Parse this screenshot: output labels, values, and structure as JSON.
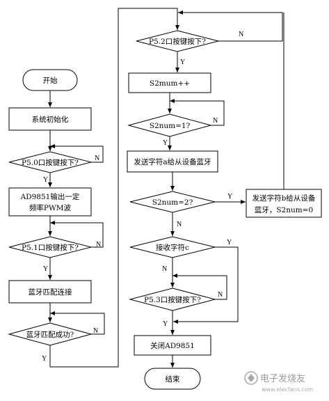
{
  "nodes": {
    "start": "开始",
    "init": "系统初始化",
    "d_p50": "P5.0口按键按下?",
    "pwm_line1": "AD9851输出一定",
    "pwm_line2": "频率PWM波",
    "d_p51": "P5.1口按键按下?",
    "bt_pair": "蓝牙匹配连接",
    "d_pair_ok": "蓝牙匹配成功?",
    "d_p52": "P5.2口按键按下?",
    "s2num_inc": "S2mum++",
    "d_s2num1": "S2num=1?",
    "send_a": "发送字符a给从设备蓝牙",
    "d_s2num2": "S2num=2?",
    "send_b_line1": "发送字符b给从设备",
    "send_b_line2": "蓝牙，S2num=0",
    "d_recv_c": "接收字符c",
    "d_p53": "P5.3口按键按下?",
    "close_ad": "关闭AD9851",
    "end": "结束"
  },
  "edge_labels": {
    "yes": "Y",
    "no": "N"
  },
  "watermark": {
    "brand": "电子发烧友",
    "url": "www.elecfans.com"
  }
}
